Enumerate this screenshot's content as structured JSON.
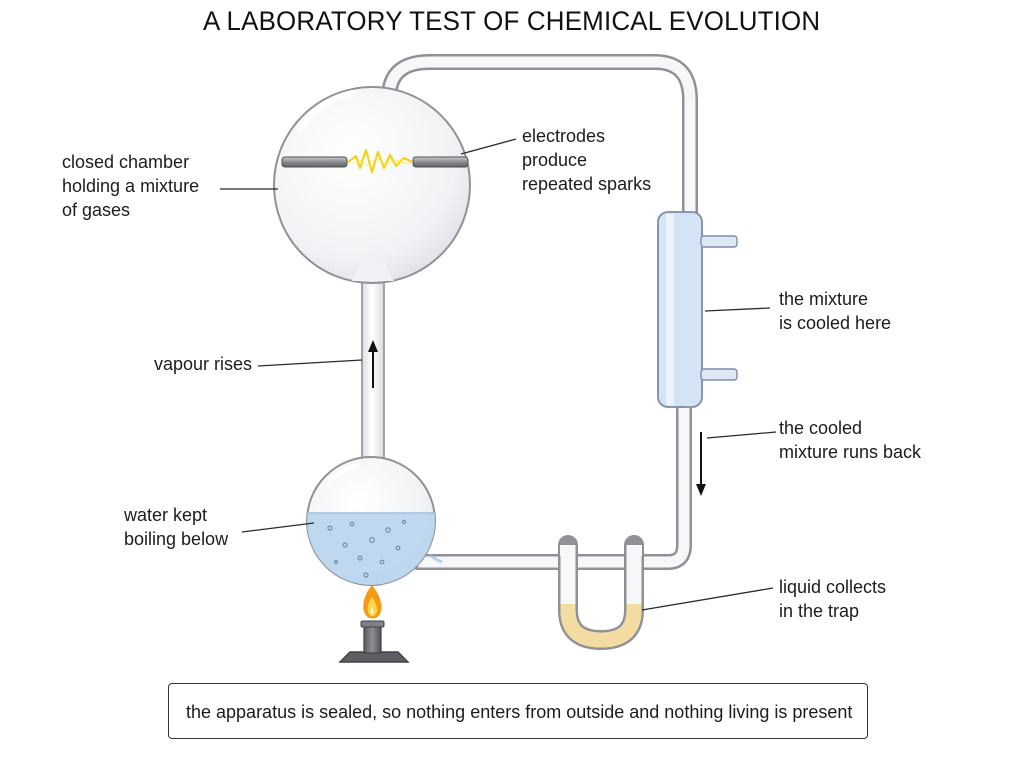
{
  "title": "A LABORATORY TEST OF CHEMICAL EVOLUTION",
  "labels": {
    "chamber": "closed chamber\nholding a mixture\nof gases",
    "electrodes": "electrodes\nproduce\nrepeated sparks",
    "cooled": "the mixture\nis cooled here",
    "vapour": "vapour rises",
    "runs_back": "the cooled\nmixture runs back",
    "boiling": "water kept\nboiling below",
    "trap": "liquid collects\nin the trap"
  },
  "footnote": "the apparatus is sealed, so nothing enters from outside and nothing living is present",
  "colors": {
    "glass_fill": "#f4f5f8",
    "glass_edge": "#8f9197",
    "water": "#bcd6ef",
    "condenser": "#d4e4f6",
    "trap_liquid": "#f3dca2",
    "spark": "#f2d21c",
    "flame_outer": "#f59a16",
    "burner": "#6b6d71"
  }
}
